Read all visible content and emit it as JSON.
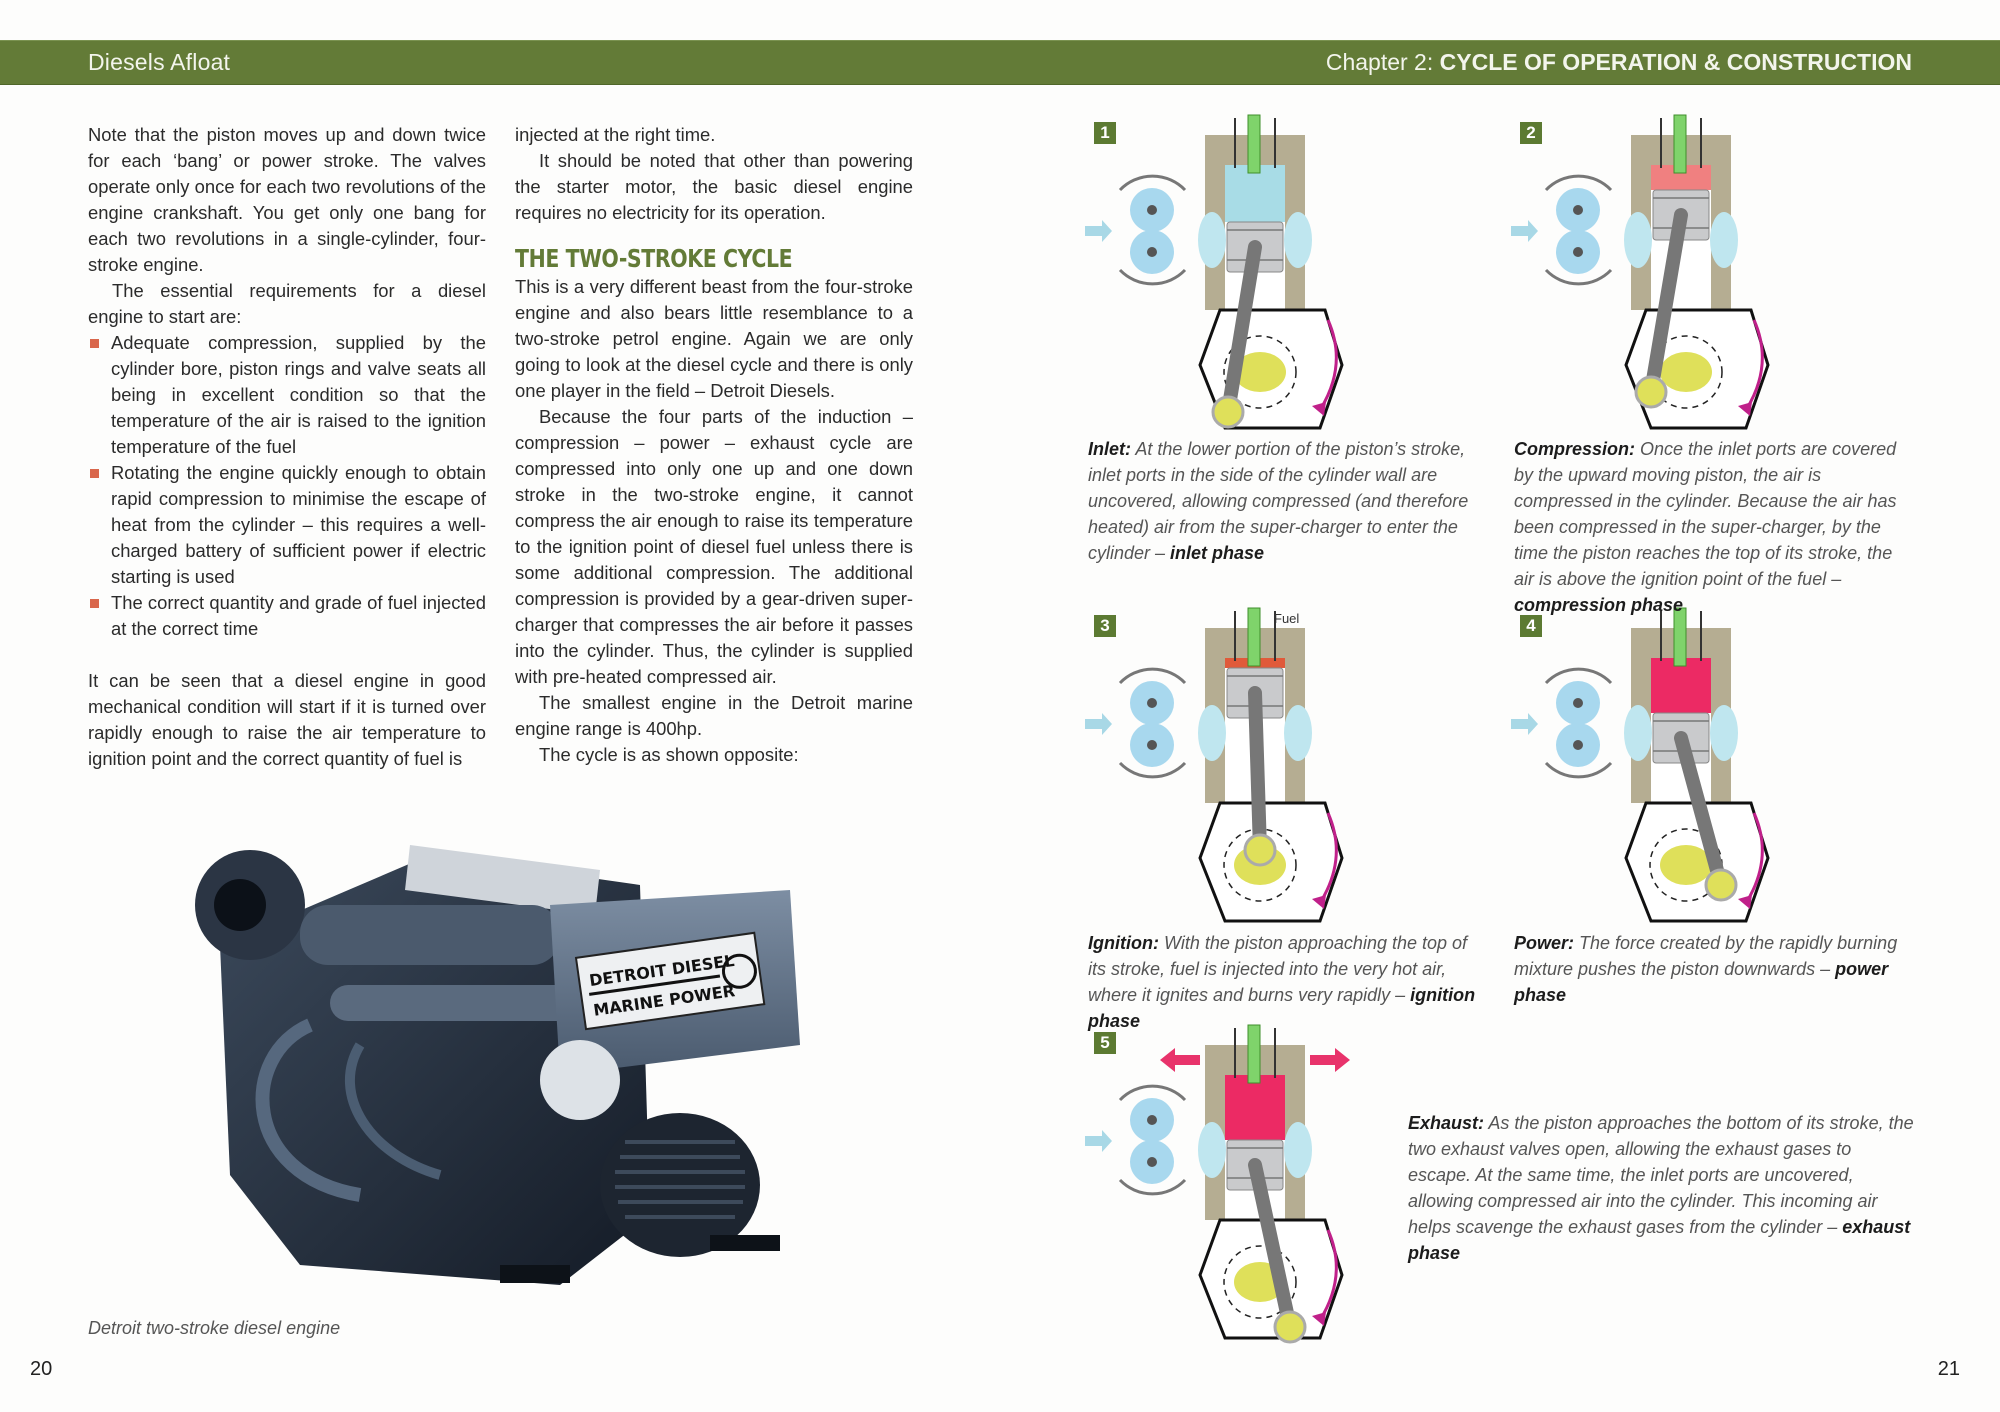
{
  "header": {
    "book_title": "Diesels Afloat",
    "chapter_prefix": "Chapter 2: ",
    "chapter_title": "CYCLE OF OPERATION & CONSTRUCTION",
    "accent_color": "#637b37"
  },
  "left_page": {
    "page_number": "20",
    "column1": {
      "para1": "Note that the piston moves up and down twice for each ‘bang’ or power stroke. The valves operate only once for each two revolutions of the engine crankshaft. You get only one bang for each two revolutions in a single-cylinder, four-stroke engine.",
      "para2": "The essential requirements for a diesel engine to start are:",
      "bullets": [
        "Adequate compression, supplied by the cylinder bore, piston rings and valve seats all being in excellent condition so that the temperature of the air is raised to the ignition temperature of the fuel",
        "Rotating the engine quickly enough to obtain rapid compression to minimise the escape of heat from the cylinder – this requires a well-charged battery of sufficient power if electric starting is used",
        "The correct quantity and grade of fuel injected at the correct time"
      ],
      "para3": "It can be seen that a diesel engine in good mechanical condition will start if it is turned over rapidly enough to raise the air temperature to ignition point and the correct quantity of fuel is"
    },
    "column2": {
      "para1": "injected at the right time.",
      "para2": "It should be noted that other than powering the starter motor, the basic diesel engine requires no electricity for its operation.",
      "heading": "THE TWO-STROKE CYCLE",
      "para3": "This is a very different beast from the four-stroke engine and also bears little resemblance to a two-stroke petrol engine. Again we are only going to look at the diesel cycle and there is only one player in the field – Detroit Diesels.",
      "para4": "Because the four parts of the induction – compression – power – exhaust cycle are compressed into only one up and one down stroke in the two-stroke engine, it cannot compress the air enough to raise its temperature to the ignition point of diesel fuel unless there is some additional compression. The additional compression is provided by a gear-driven super-charger that compresses the air before it passes into the cylinder. Thus, the cylinder is supplied with pre-heated compressed air.",
      "para5": "The smallest engine in the Detroit marine engine range is 400hp.",
      "para6": "The cycle is as shown opposite:"
    },
    "photo": {
      "label_line1": "DETROIT DIESEL",
      "label_line2": "MARINE POWER",
      "caption": "Detroit two-stroke diesel engine"
    }
  },
  "right_page": {
    "page_number": "21",
    "steps": [
      {
        "number": "1",
        "lead": "Inlet:",
        "text": " At the lower portion of the piston’s stroke, inlet ports in the side of the cylinder wall are uncovered, allowing compressed (and therefore heated) air from the super-charger to enter the cylinder – ",
        "phase": "inlet phase",
        "chamber_color": "#a8dce6"
      },
      {
        "number": "2",
        "lead": "Compression:",
        "text": " Once the inlet ports are covered by the upward moving piston, the air is compressed in the cylinder. Because the air has been compressed in the super-charger, by the time the piston reaches the top of its stroke, the air is above the ignition point of the fuel – ",
        "phase": "compression phase",
        "chamber_color": "#f08080"
      },
      {
        "number": "3",
        "lead": "Ignition:",
        "text": " With the piston approaching the top of its stroke, fuel is injected into the very hot air, where it ignites and burns very rapidly – ",
        "phase": "ignition phase",
        "fuel_label": "Fuel",
        "chamber_color": "#e05a3a"
      },
      {
        "number": "4",
        "lead": "Power:",
        "text": " The force created by the rapidly burning mixture pushes the piston downwards – ",
        "phase": "power phase",
        "chamber_color": "#ec2a64"
      },
      {
        "number": "5",
        "lead": "Exhaust:",
        "text": " As the piston approaches the bottom of its stroke, the two exhaust valves open, allowing the exhaust gases to escape. At the same time, the inlet ports are uncovered, allowing compressed air into the cylinder. This incoming air helps scavenge the exhaust gases from the cylinder – ",
        "phase": "exhaust phase",
        "chamber_color": "#ec2a64"
      }
    ]
  }
}
